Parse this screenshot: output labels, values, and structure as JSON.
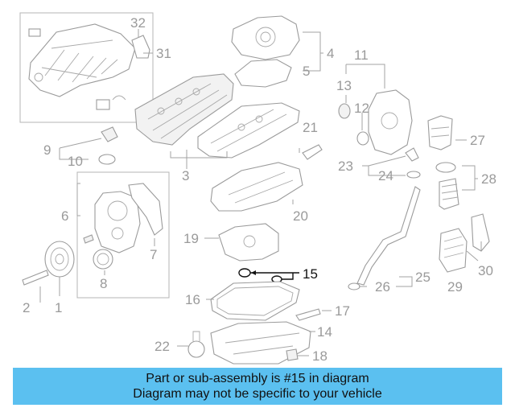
{
  "diagram": {
    "highlight_part": "15",
    "colors": {
      "banner": "#5bc0f0",
      "part_line": "#9b9b9b",
      "highlight": "#111111"
    },
    "callouts": [
      {
        "id": "p1",
        "label": "1"
      },
      {
        "id": "p2",
        "label": "2"
      },
      {
        "id": "p3",
        "label": "3"
      },
      {
        "id": "p4",
        "label": "4"
      },
      {
        "id": "p5",
        "label": "5"
      },
      {
        "id": "p6",
        "label": "6"
      },
      {
        "id": "p7",
        "label": "7"
      },
      {
        "id": "p8",
        "label": "8"
      },
      {
        "id": "p9",
        "label": "9"
      },
      {
        "id": "p10",
        "label": "10"
      },
      {
        "id": "p11",
        "label": "11"
      },
      {
        "id": "p12",
        "label": "12"
      },
      {
        "id": "p13",
        "label": "13"
      },
      {
        "id": "p14",
        "label": "14"
      },
      {
        "id": "p15",
        "label": "15"
      },
      {
        "id": "p16",
        "label": "16"
      },
      {
        "id": "p17",
        "label": "17"
      },
      {
        "id": "p18",
        "label": "18"
      },
      {
        "id": "p19",
        "label": "19"
      },
      {
        "id": "p20",
        "label": "20"
      },
      {
        "id": "p21",
        "label": "21"
      },
      {
        "id": "p22",
        "label": "22"
      },
      {
        "id": "p23",
        "label": "23"
      },
      {
        "id": "p24",
        "label": "24"
      },
      {
        "id": "p25",
        "label": "25"
      },
      {
        "id": "p26",
        "label": "26"
      },
      {
        "id": "p27",
        "label": "27"
      },
      {
        "id": "p28",
        "label": "28"
      },
      {
        "id": "p29",
        "label": "29"
      },
      {
        "id": "p30",
        "label": "30"
      },
      {
        "id": "p31",
        "label": "31"
      },
      {
        "id": "p32",
        "label": "32"
      }
    ]
  },
  "banner": {
    "line1": "Part or sub-assembly is #15 in diagram",
    "line2": "Diagram may not be specific to your vehicle"
  }
}
